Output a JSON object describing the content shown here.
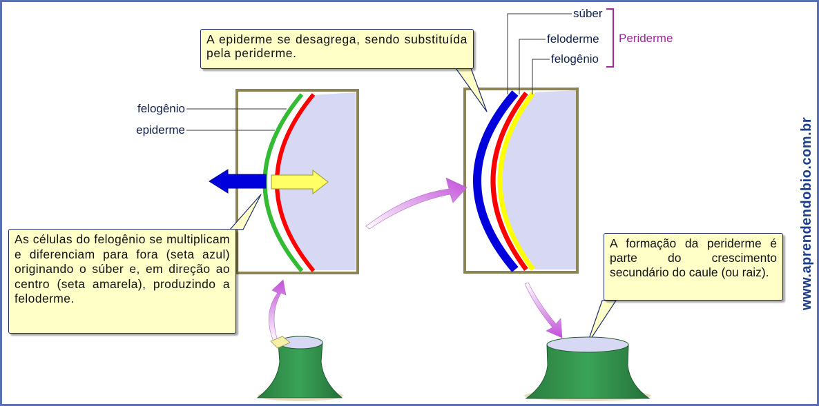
{
  "colors": {
    "frame": "#5b6fb5",
    "box_fill": "#d6d8f4",
    "box_border": "#8c8457",
    "felogenio": "#ff0000",
    "epiderme": "#33bb33",
    "suber": "#0000dd",
    "feloderme_yellow": "#ffff00",
    "callout_fill": "#ffffc8",
    "periderme_bracket": "#a0289a",
    "stump_green": "#2f8a45",
    "pointer_arrow": "#d57ce6"
  },
  "callouts": {
    "top": "A epiderme se desagrega, sendo substituída pela periderme.",
    "left": "As células do felogênio se multiplicam e diferenciam para fora (seta azul) originando o súber e, em direção ao centro (seta amarela), produzindo a feloderme.",
    "right": "A formação da periderme é parte do crescimento secundário do caule (ou raiz)."
  },
  "left_panel": {
    "labels": {
      "felogenio": "felogênio",
      "epiderme": "epiderme"
    },
    "arrows": [
      {
        "name": "outward",
        "color_name": "blue",
        "meaning": "súber"
      },
      {
        "name": "inward",
        "color_name": "yellow",
        "meaning": "feloderme"
      }
    ]
  },
  "right_panel": {
    "labels": {
      "suber": "súber",
      "feloderme": "feloderme",
      "felogenio": "felogênio"
    },
    "group_label": "Periderme"
  },
  "icons": [
    "pointer-arrow-icon",
    "tree-stump-icon",
    "outward-arrow-icon",
    "inward-arrow-icon"
  ],
  "credit": "www.aprendendobio.com.br"
}
